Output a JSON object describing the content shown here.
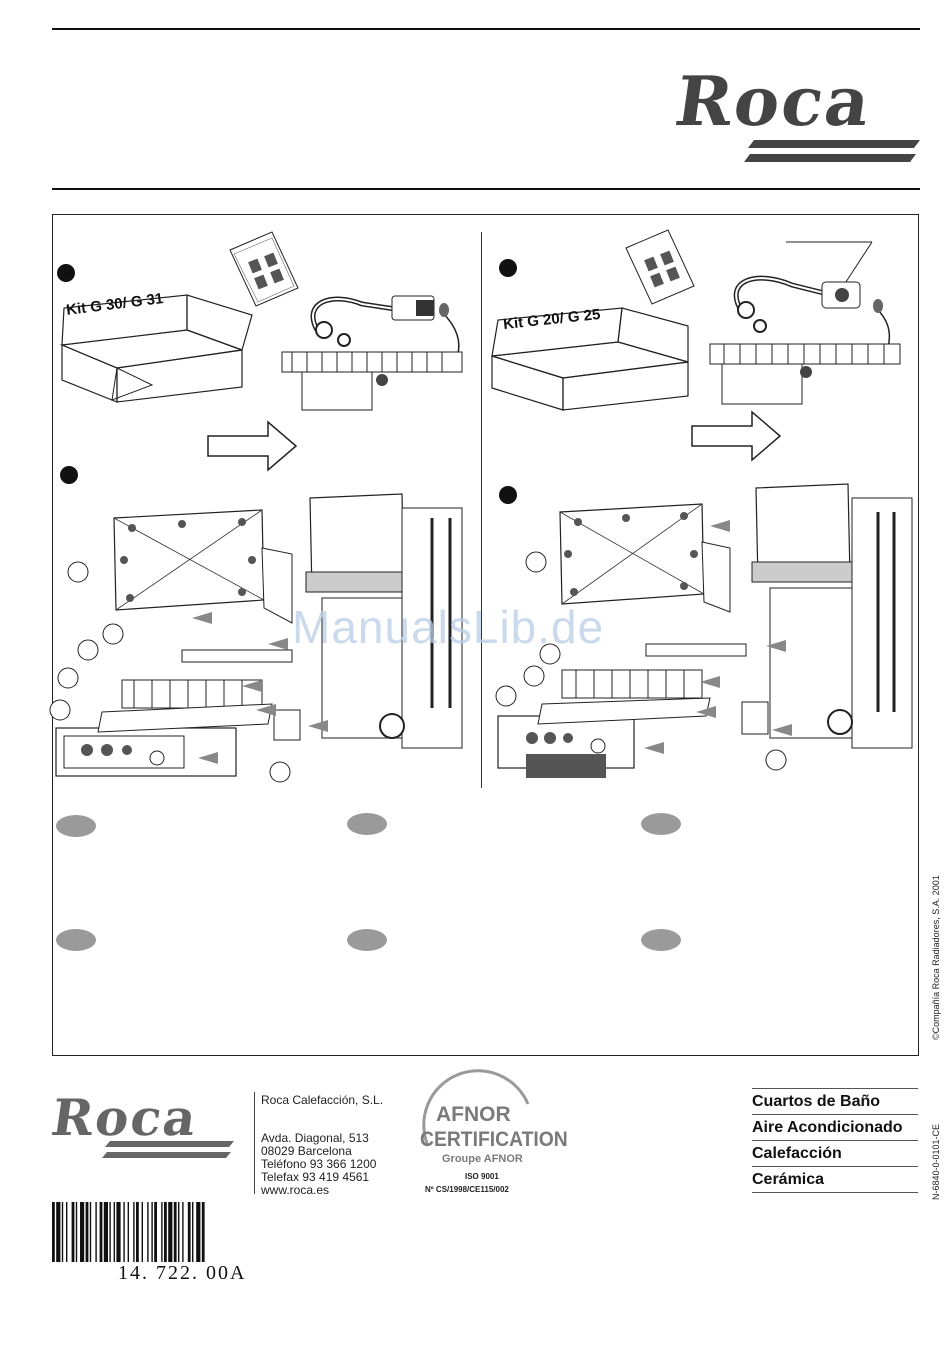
{
  "header": {
    "logo": "Roca"
  },
  "left_panel": {
    "kit_label": "Kit G 30/ G 31"
  },
  "right_panel": {
    "kit_label": "Kit G 20/ G 25"
  },
  "watermark": "ManualsLib.de",
  "footer": {
    "logo": "Roca",
    "company": "Roca Calefacción, S.L.",
    "address_lines": [
      "Avda. Diagonal, 513",
      "08029 Barcelona",
      "Teléfono 93 366 1200",
      "Telefax 93 419 4561",
      "www.roca.es"
    ],
    "certification": {
      "line1": "AFNOR",
      "line2": "CERTIFICATION",
      "line3": "Groupe AFNOR",
      "standard": "ISO 9001",
      "number": "Nº CS/1998/CE115/002"
    },
    "categories": [
      "Cuartos de Baño",
      "Aire Acondicionado",
      "Calefacción",
      "Cerámica"
    ],
    "barcode_number": "14. 722. 00A"
  },
  "side_text": {
    "copyright": "©Compañía Roca Radiadores, S.A. 2001",
    "code": "N-6840-0-0101-CE"
  }
}
